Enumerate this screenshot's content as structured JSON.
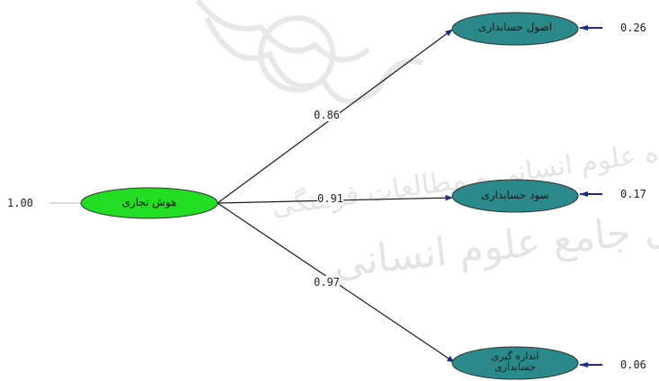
{
  "watermark": {
    "line1": "پژوهشگاه علوم انسانی و مطالعات فرهنگی",
    "line2": "پرتال جامع علوم انسانی"
  },
  "latent": {
    "label": "هوش تجاری",
    "variance": "1.00",
    "fill": "#22dd22"
  },
  "indicators": [
    {
      "label": "اصول حسابداری",
      "loading": "0.86",
      "error": "0.26"
    },
    {
      "label": "سود حسابداری",
      "loading": "0.91",
      "error": "0.17"
    },
    {
      "label": "اندازه گیری حسابداری",
      "loading": "0.97",
      "error": "0.06"
    }
  ],
  "colors": {
    "indicator_fill": "#2a8a8a",
    "arrow": "#1f2b8c",
    "path": "#1a1a1a"
  }
}
